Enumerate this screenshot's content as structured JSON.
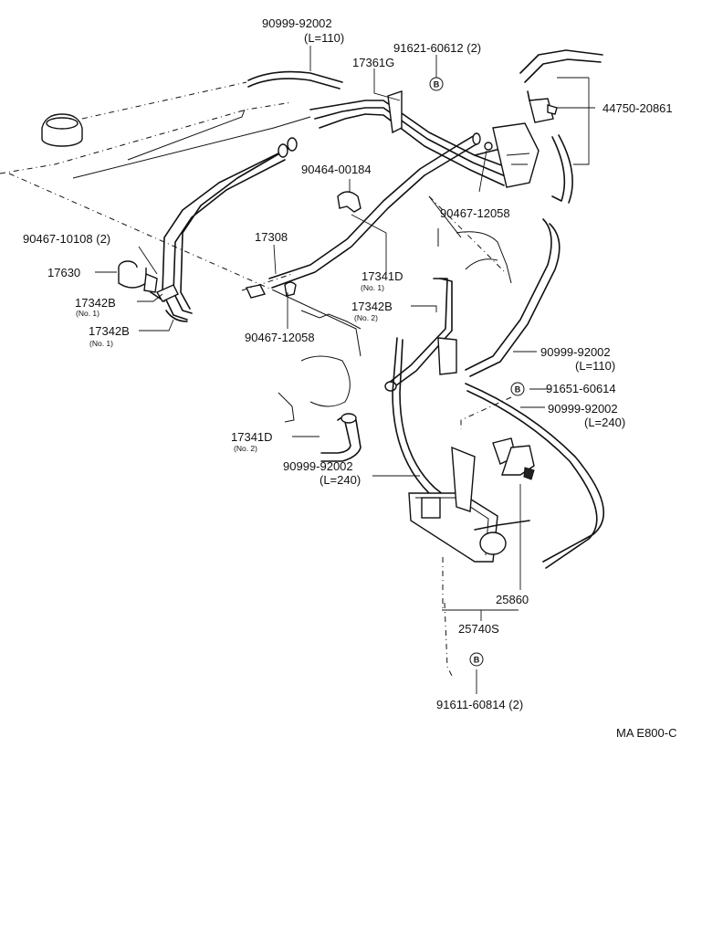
{
  "diagram_code": "MA E800-C",
  "circle_marker": "B",
  "labels": {
    "hose_top": "90999-92002",
    "hose_top_len": "(L=110)",
    "bolt_top": "91621-60612 (2)",
    "pipe_17361g": "17361G",
    "vsv_top": "44750-20861",
    "clamp_center": "90464-00184",
    "clip_right": "90467-12058",
    "clip_left": "90467-10108 (2)",
    "pipe_17308": "17308",
    "valve_17630": "17630",
    "hose_17341d": "17341D",
    "hose_17341d_sub": "(No. 1)",
    "hose_17342b_no1": "17342B",
    "hose_17342b_no1_sub": "(No. 1)",
    "hose_17342b_no2": "17342B",
    "hose_17342b_no2_sub": "(No. 2)",
    "hose_17342b_no1b": "17342B",
    "hose_17342b_no1b_sub": "(No. 1)",
    "clip_lower": "90467-12058",
    "hose_right_110": "90999-92002",
    "hose_right_110_len": "(L=110)",
    "bolt_right": "91651-60614",
    "hose_right_240": "90999-92002",
    "hose_right_240_len": "(L=240)",
    "hose_17341d_no2": "17341D",
    "hose_17341d_no2_sub": "(No. 2)",
    "hose_left_240": "90999-92002",
    "hose_left_240_len": "(L=240)",
    "vsv_25860": "25860",
    "bracket_25740s": "25740S",
    "bolt_bottom": "91611-60814 (2)"
  }
}
